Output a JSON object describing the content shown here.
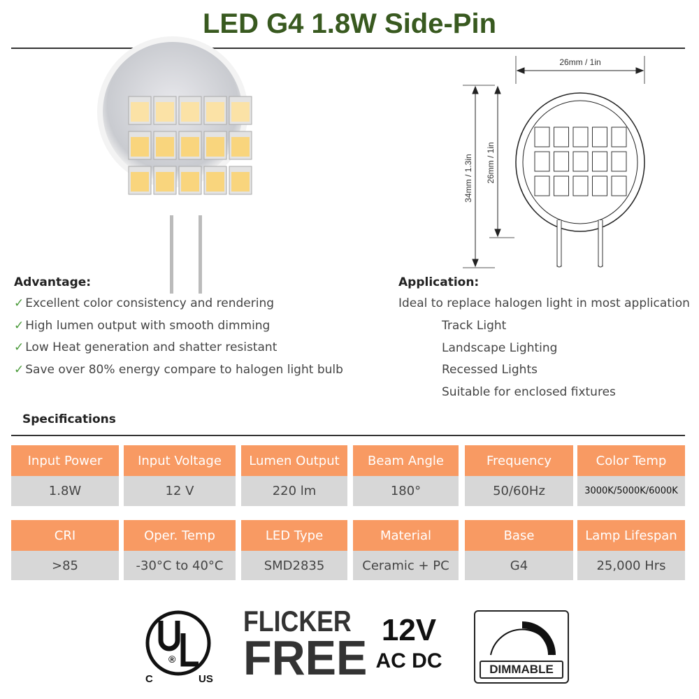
{
  "title": "LED G4 1.8W Side-Pin",
  "diagram": {
    "width_label": "26mm / 1in",
    "total_height_label": "34mm / 1.3in",
    "body_height_label": "26mm / 1in"
  },
  "advantage": {
    "heading": "Advantage:",
    "items": [
      "Excellent color consistency and rendering",
      "High lumen output with smooth dimming",
      "Low Heat generation and shatter resistant",
      "Save over 80% energy compare to halogen light bulb"
    ]
  },
  "application": {
    "heading": "Application:",
    "intro": "Ideal to replace halogen light in most application",
    "items": [
      "Track Light",
      "Landscape Lighting",
      "Recessed Lights",
      "Suitable for enclosed fixtures"
    ]
  },
  "specifications": {
    "heading": "Specifications",
    "table1": {
      "headers": [
        "Input Power",
        "Input Voltage",
        "Lumen Output",
        "Beam Angle",
        "Frequency",
        "Color Temp"
      ],
      "values": [
        "1.8W",
        "12 V",
        "220 lm",
        "180°",
        "50/60Hz",
        "3000K/5000K/6000K"
      ]
    },
    "table2": {
      "headers": [
        "CRI",
        "Oper. Temp",
        "LED Type",
        "Material",
        "Base",
        "Lamp Lifespan"
      ],
      "values": [
        ">85",
        "-30°C to 40°C",
        "SMD2835",
        "Ceramic + PC",
        "G4",
        "25,000 Hrs"
      ]
    }
  },
  "badges": {
    "ul": {
      "mark": "UL",
      "left": "C",
      "right": "US"
    },
    "flicker": [
      "FLICKER",
      "FREE"
    ],
    "voltage": [
      "12V",
      "AC DC"
    ],
    "dimmable": "DIMMABLE"
  },
  "colors": {
    "title": "#38591f",
    "header": "#f89a63",
    "cell": "#d7d7d7",
    "check": "#4a9a3a"
  }
}
